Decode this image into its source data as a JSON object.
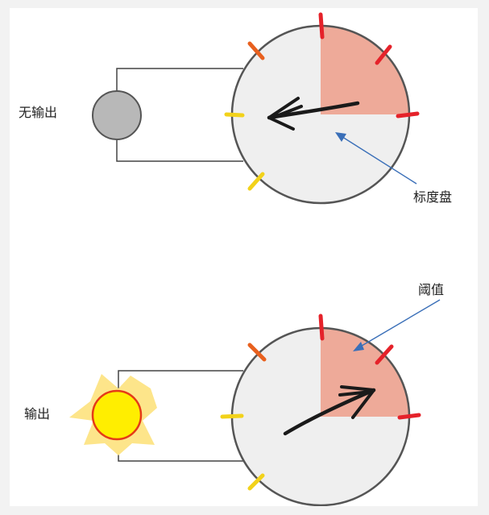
{
  "labels": {
    "no_output": "无输出",
    "output": "输出",
    "dial": "标度盘",
    "threshold": "阈值"
  },
  "colors": {
    "background": "#f2f2f2",
    "panel": "#ffffff",
    "dial_face": "#efefef",
    "threshold_zone": "#eeaa99",
    "off_lamp": "#b8b8b8",
    "sun_core": "#ffee00",
    "sun_rays": "#fde58a",
    "annotation_arrow": "#3a6fb8",
    "pointer": "#1a1a1a",
    "tick_yellow": "#f2d21a",
    "tick_orange": "#e8601e",
    "tick_red": "#e5222a"
  },
  "panels": [
    {
      "id": "top",
      "state": "off",
      "pointer": "below-threshold"
    },
    {
      "id": "bottom",
      "state": "on",
      "pointer": "above-threshold"
    }
  ]
}
